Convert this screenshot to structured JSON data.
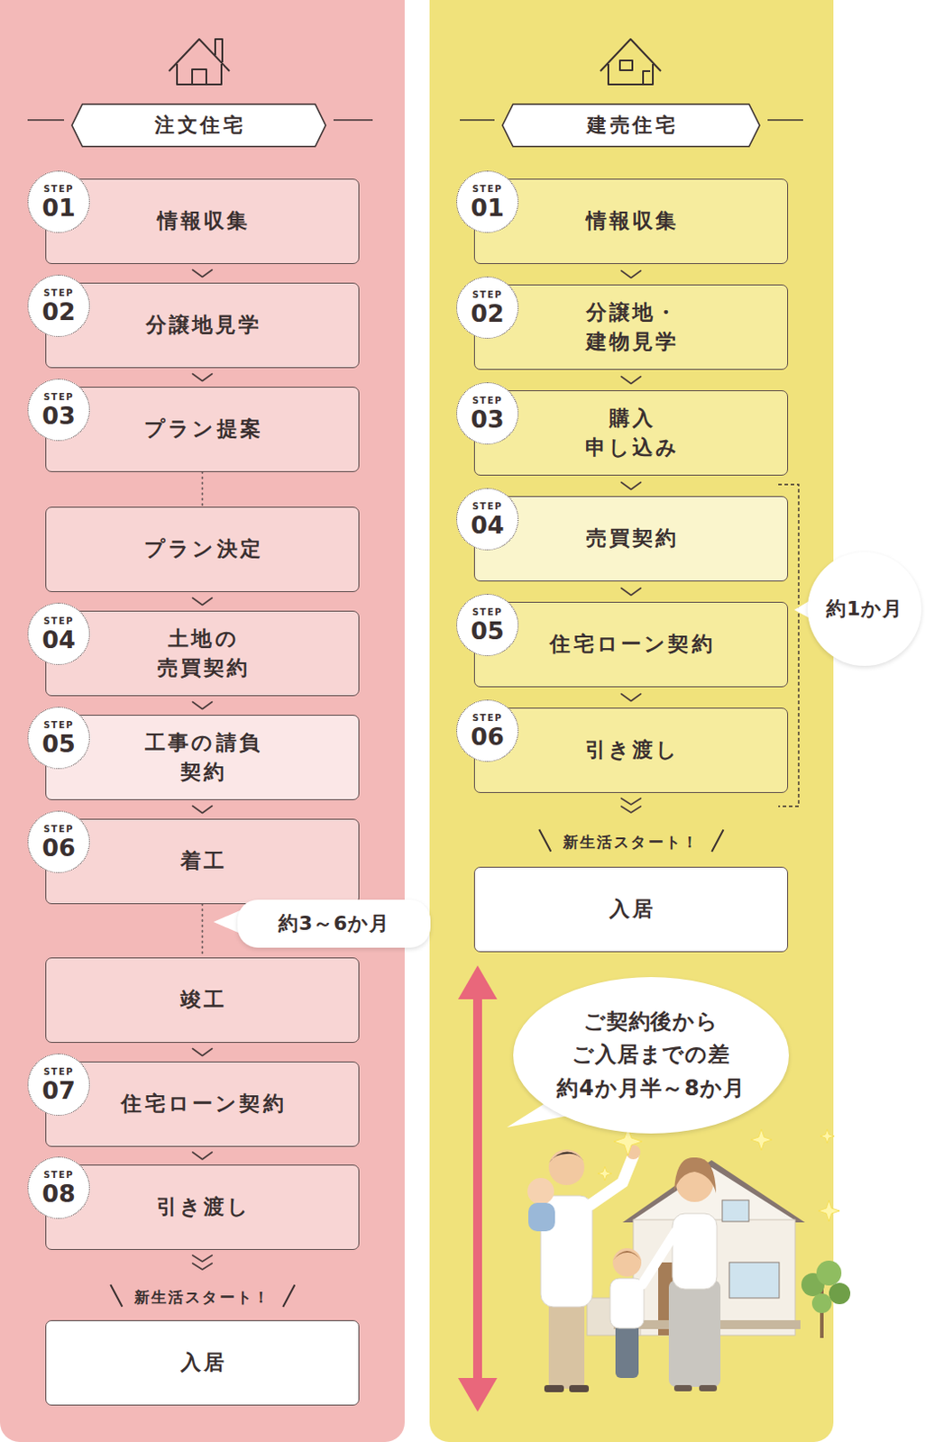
{
  "diagram": {
    "nodes": [
      {
        "text": [
          "注文住宅"
        ]
      },
      {
        "text": [
          "情報収集"
        ]
      },
      {
        "text": [
          "STEP",
          "01"
        ],
        "in": 1
      },
      {
        "text": [
          "分譲地見学"
        ]
      },
      {
        "text": [
          "STEP",
          "02"
        ],
        "in": 3
      },
      {
        "text": [
          "プラン提案"
        ]
      },
      {
        "text": [
          "STEP",
          "03"
        ],
        "in": 5
      },
      {
        "text": [
          "プラン決定"
        ]
      },
      {
        "text": [
          "土地の 売買契約"
        ]
      },
      {
        "text": [
          "STEP",
          "04"
        ],
        "in": 8
      },
      {
        "text": [
          "工事の請負 契約"
        ]
      },
      {
        "text": [
          "STEP",
          "05"
        ],
        "in": 10
      },
      {
        "text": [
          "着工"
        ]
      },
      {
        "text": [
          "STEP",
          "06"
        ],
        "in": 12
      },
      {
        "text": [
          "約3～6か月"
        ]
      },
      {
        "text": [
          "竣工"
        ]
      },
      {
        "text": [
          "住宅ローン契約"
        ]
      },
      {
        "text": [
          "STEP",
          "07"
        ],
        "in": 16
      },
      {
        "text": [
          "引き渡し"
        ]
      },
      {
        "text": [
          "STEP",
          "08"
        ],
        "in": 18
      },
      {
        "text": [
          "入居"
        ]
      },
      {
        "text": [
          "建売住宅"
        ]
      },
      {
        "text": [
          "情報収集"
        ]
      },
      {
        "text": [
          "STEP",
          "01"
        ],
        "in": 22
      },
      {
        "text": [
          "分譲地・ 建物見学"
        ]
      },
      {
        "text": [
          "STEP",
          "02"
        ],
        "in": 24
      },
      {
        "text": [
          "購入 申し込み"
        ]
      },
      {
        "text": [
          "STEP",
          "03"
        ],
        "in": 26
      },
      {
        "text": [
          "売買契約"
        ]
      },
      {
        "text": [
          "STEP",
          "04"
        ],
        "in": 28
      },
      {
        "text": [
          "住宅ローン契約"
        ]
      },
      {
        "text": [
          "STEP",
          "05"
        ],
        "in": 30
      },
      {
        "text": [
          "約1か月"
        ]
      },
      {
        "text": [
          "引き渡し"
        ]
      },
      {
        "text": [
          "STEP",
          "06"
        ],
        "in": 33
      },
      {
        "text": [
          "入居"
        ]
      },
      {
        "text": [
          "ご契約後から ご入居までの差 約4か月半～8か月"
        ]
      }
    ],
    "edges": [
      {
        "from": 1,
        "to": 3,
        "arrow": "to"
      },
      {
        "from": 3,
        "to": 5,
        "arrow": "to"
      },
      {
        "from": 5,
        "to": 7,
        "arrow": "none"
      },
      {
        "from": 7,
        "to": 8,
        "arrow": "to"
      },
      {
        "from": 8,
        "to": 10,
        "arrow": "to"
      },
      {
        "from": 10,
        "to": 12,
        "arrow": "to"
      },
      {
        "from": 12,
        "to": 15,
        "arrow": "none"
      },
      {
        "from": 15,
        "to": 16,
        "arrow": "to"
      },
      {
        "from": 16,
        "to": 18,
        "arrow": "to"
      },
      {
        "from": 18,
        "to": 20,
        "label": "新生活スタート！",
        "arrow": "to"
      },
      {
        "from": 22,
        "to": 24,
        "arrow": "to"
      },
      {
        "from": 24,
        "to": 26,
        "arrow": "to"
      },
      {
        "from": 26,
        "to": 28,
        "arrow": "to"
      },
      {
        "from": 28,
        "to": 30,
        "arrow": "to"
      },
      {
        "from": 30,
        "to": 33,
        "arrow": "to"
      },
      {
        "from": 33,
        "to": 35,
        "label": "新生活スタート！",
        "arrow": "to"
      }
    ]
  }
}
